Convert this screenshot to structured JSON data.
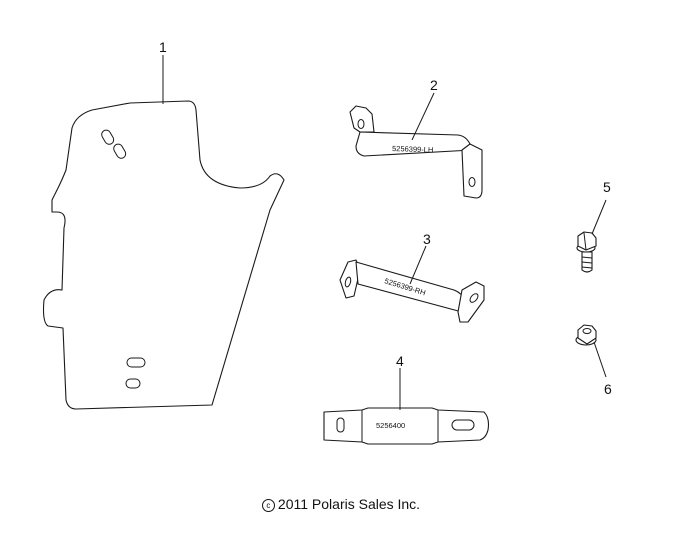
{
  "callouts": {
    "c1": "1",
    "c2": "2",
    "c3": "3",
    "c4": "4",
    "c5": "5",
    "c6": "6"
  },
  "stamps": {
    "bracket_lh": "5256399-LH",
    "bracket_rh": "5256399-RH",
    "strap": "5256400"
  },
  "copyright": "2011 Polaris Sales Inc.",
  "colors": {
    "line": "#1a1a1a",
    "background": "#ffffff"
  }
}
